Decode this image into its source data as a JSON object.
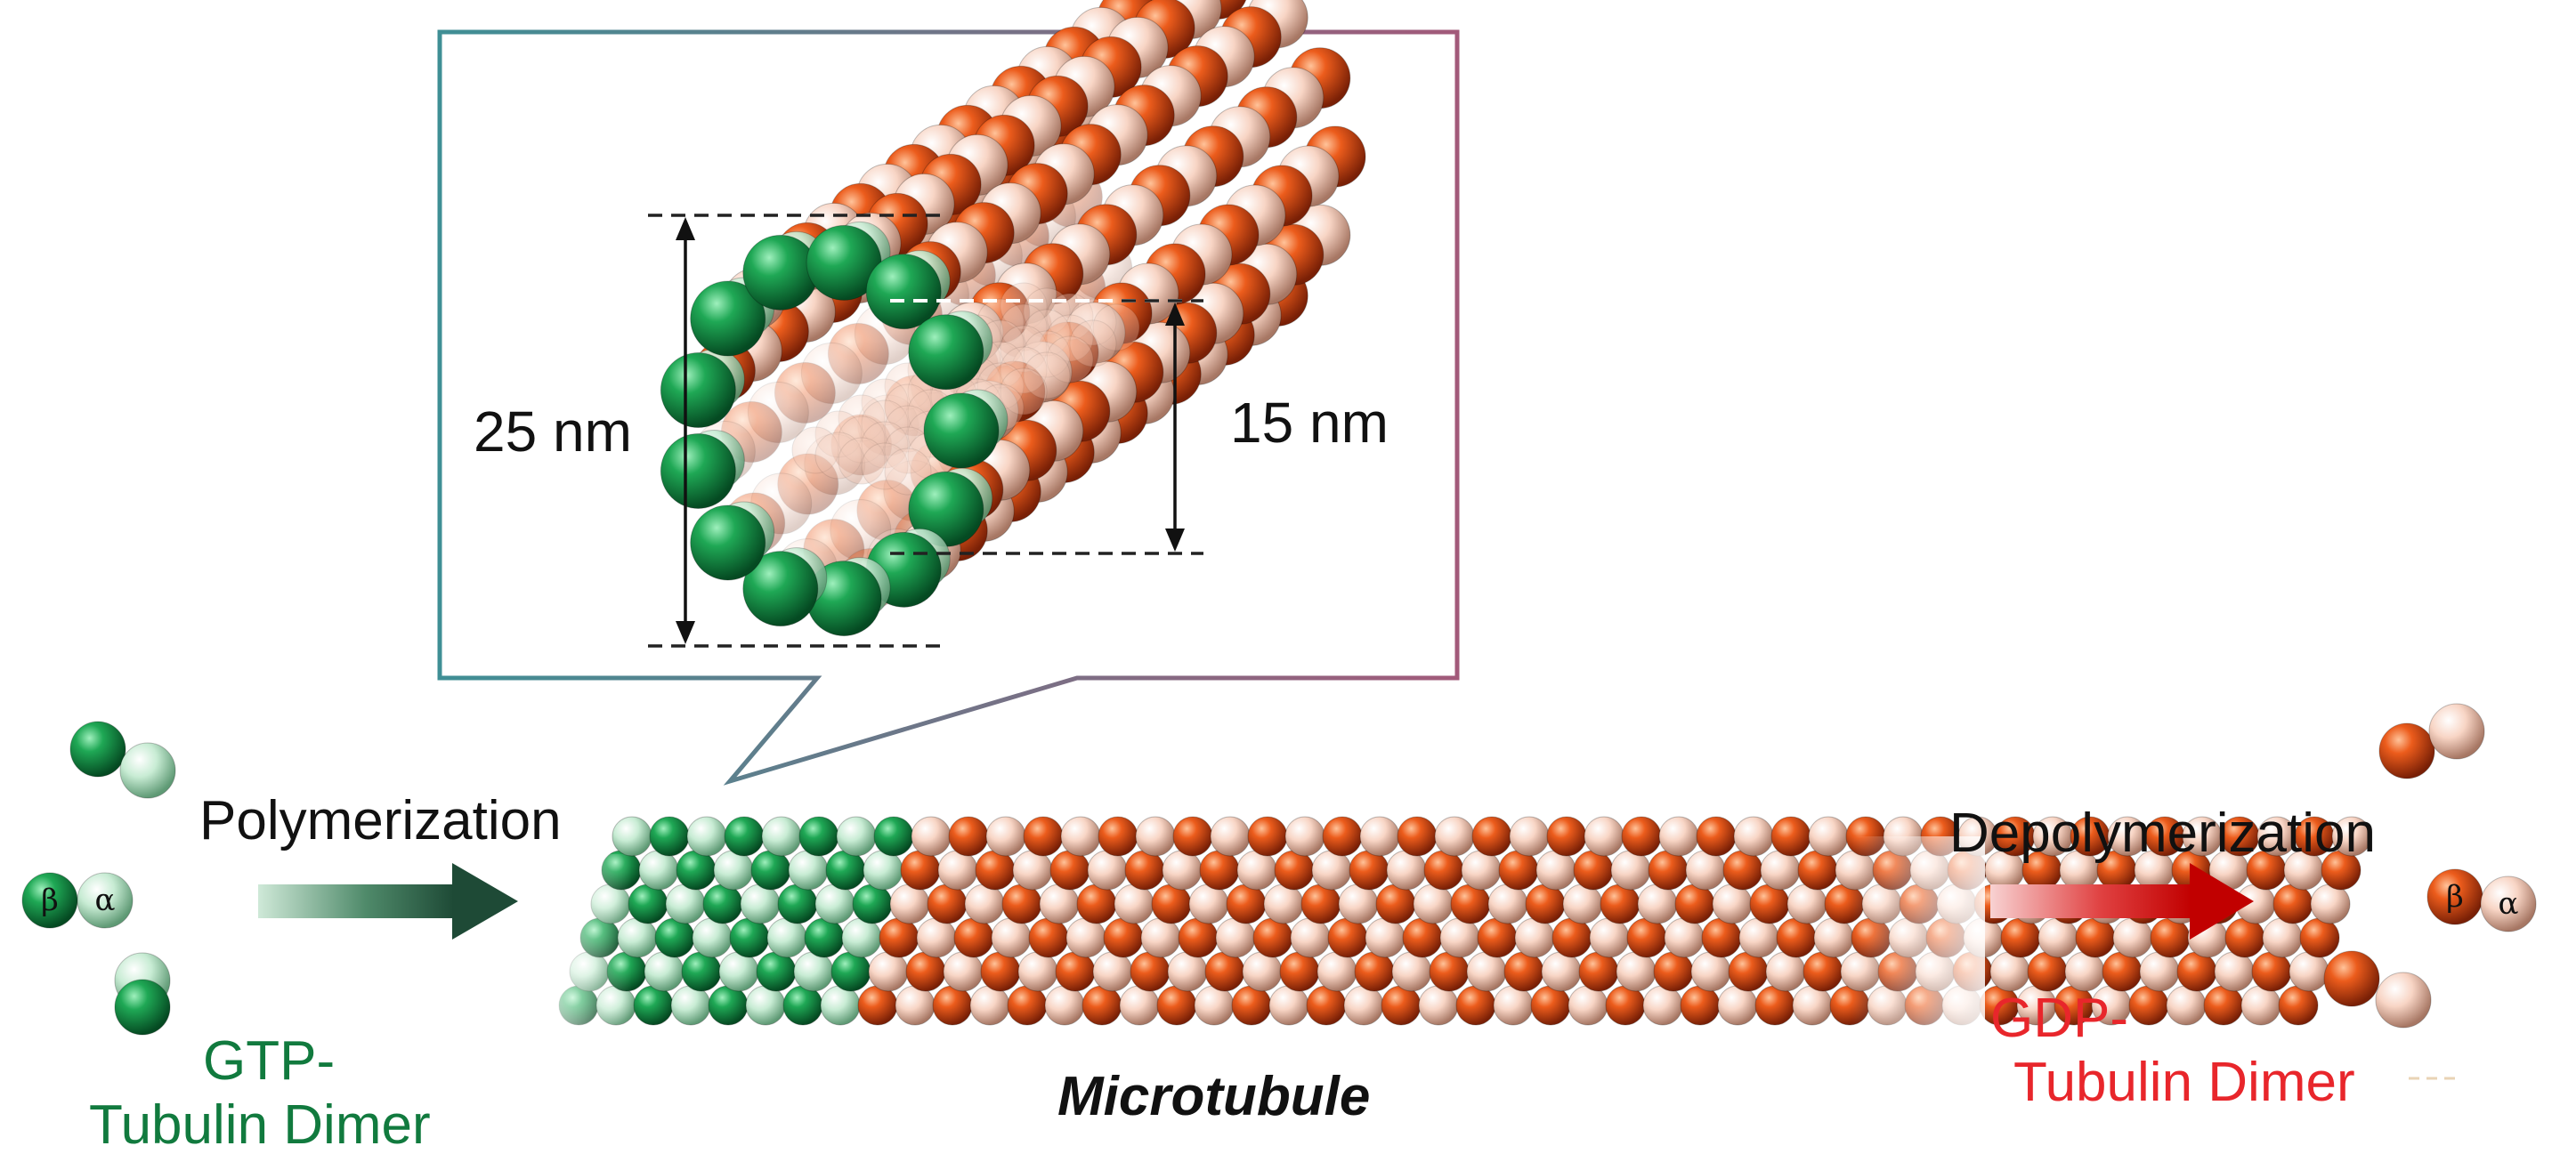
{
  "labels": {
    "diameter_outer": "25 nm",
    "diameter_inner": "15 nm",
    "polymerization": "Polymerization",
    "depolymerization": "Depolymerization",
    "microtubule": "Microtubule",
    "gtp_line1": "GTP-",
    "gtp_line2": "Tubulin Dimer",
    "gdp_line1": "GDP-",
    "gdp_line2": "Tubulin Dimer",
    "beta": "β",
    "alpha": "α"
  },
  "colors": {
    "gtp_beta": "#129443",
    "gtp_alpha": "#c7ecd5",
    "gdp_beta": "#e0541a",
    "gdp_alpha": "#f7d1bf",
    "gtp_text": "#117a3e",
    "gdp_text": "#e8262b",
    "inset_border_left": "#3f8f95",
    "inset_border_right": "#a25a7a"
  },
  "microtubule": {
    "green_columns": 4,
    "total_columns": 24,
    "rows": 6
  }
}
